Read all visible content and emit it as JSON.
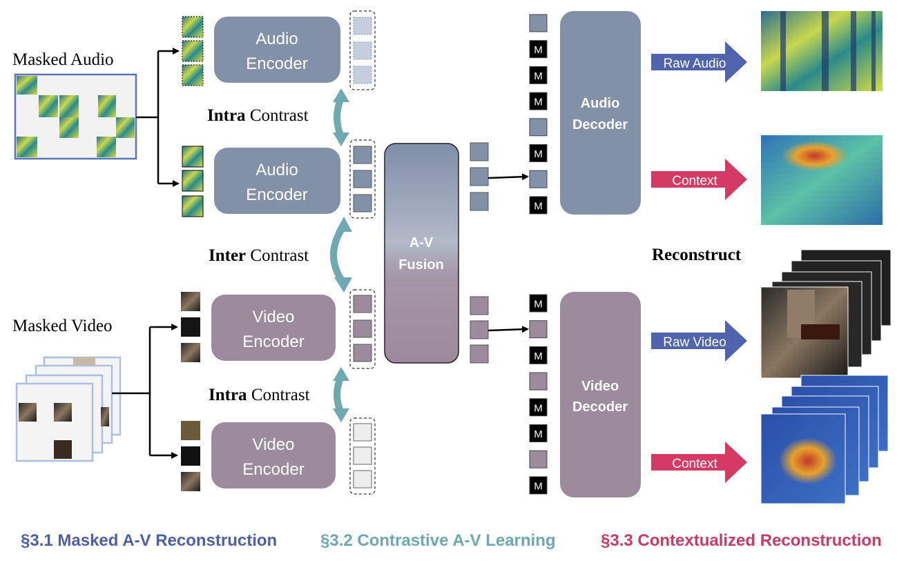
{
  "labels": {
    "masked_audio": "Masked Audio",
    "masked_video": "Masked Video",
    "audio_encoder_line1": "Audio",
    "audio_encoder_line2": "Encoder",
    "video_encoder_line1": "Video",
    "video_encoder_line2": "Encoder",
    "intra_bold": "Intra",
    "inter_bold": "Inter",
    "contrast": "Contrast",
    "fusion_line1": "A-V",
    "fusion_line2": "Fusion",
    "audio_decoder_line1": "Audio",
    "audio_decoder_line2": "Decoder",
    "video_decoder_line1": "Video",
    "video_decoder_line2": "Decoder",
    "mask_token": "M",
    "raw_audio": "Raw Audio",
    "raw_video": "Raw Video",
    "context": "Context",
    "reconstruct": "Reconstruct"
  },
  "footer": {
    "masked_reconstruction": "§3.1 Masked A-V Reconstruction",
    "contrastive_learning": "§3.2 Contrastive A-V Learning",
    "contextualized_reconstruction": "§3.3 Contextualized Reconstruction"
  },
  "colors": {
    "audio_block": "#8290a8",
    "video_block": "#9c8b9d",
    "contrast_arrow": "#6fa9b2",
    "raw_arrow": "#4f64ad",
    "context_arrow": "#d43a63",
    "footer_masked": "#4f5fa3",
    "footer_contrast": "#6ea8b0",
    "footer_context": "#c93a64"
  },
  "audio_decoder_tokens": [
    "token",
    "M",
    "M",
    "M",
    "token",
    "M",
    "token",
    "M"
  ],
  "video_decoder_tokens": [
    "M",
    "token",
    "M",
    "token",
    "M",
    "M",
    "token",
    "M"
  ]
}
